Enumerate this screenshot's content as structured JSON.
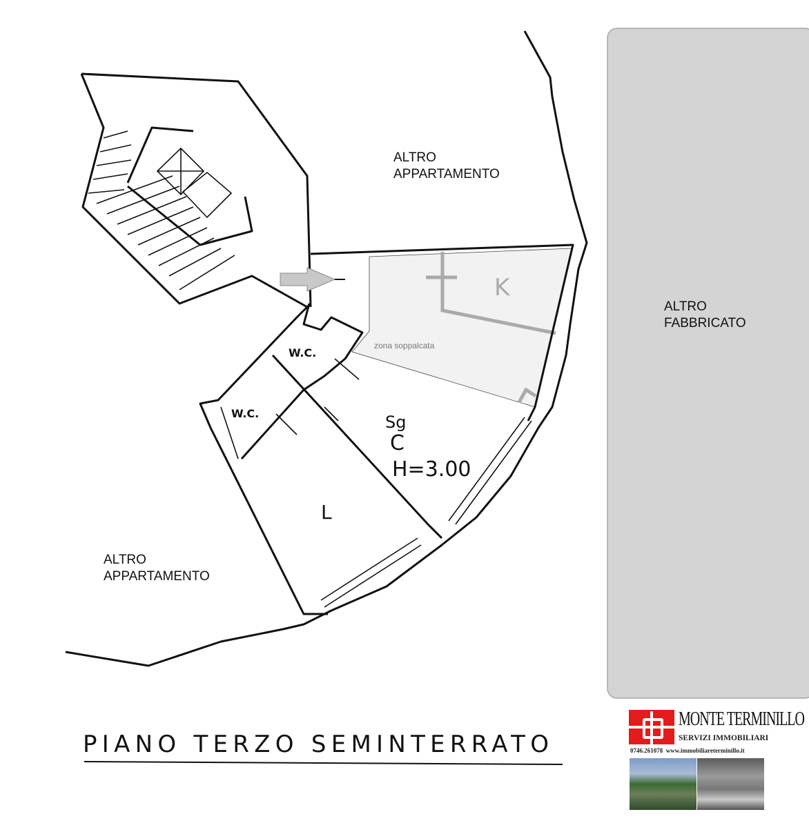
{
  "labels": {
    "other_apartment_top": [
      "ALTRO",
      "APPARTAMENTO"
    ],
    "other_apartment_bottom": [
      "ALTRO",
      "APPARTAMENTO"
    ],
    "other_building": [
      "ALTRO",
      "FABBRICATO"
    ],
    "mezzanine_zone": "zona soppalcata"
  },
  "rooms": {
    "wc_1": "W.C.",
    "wc_2": "W.C.",
    "kitchen": "K",
    "living_symbol": "Sg",
    "living_symbol_2": "C",
    "height": "H=3.00",
    "room_l": "L"
  },
  "floor_title": "PIANO TERZO SEMINTERRATO",
  "logo": {
    "name": "MONTE TERMINILLO",
    "subtitle": "SERVIZI IMMOBILIARI",
    "phone": "0746.261078",
    "website": "www.immobiliareterminillo.it"
  },
  "colors": {
    "mezzanine_fill": "#f2f2f2",
    "other_building_fill": "#d4d4d4",
    "logo_red": "#e31b1b"
  }
}
